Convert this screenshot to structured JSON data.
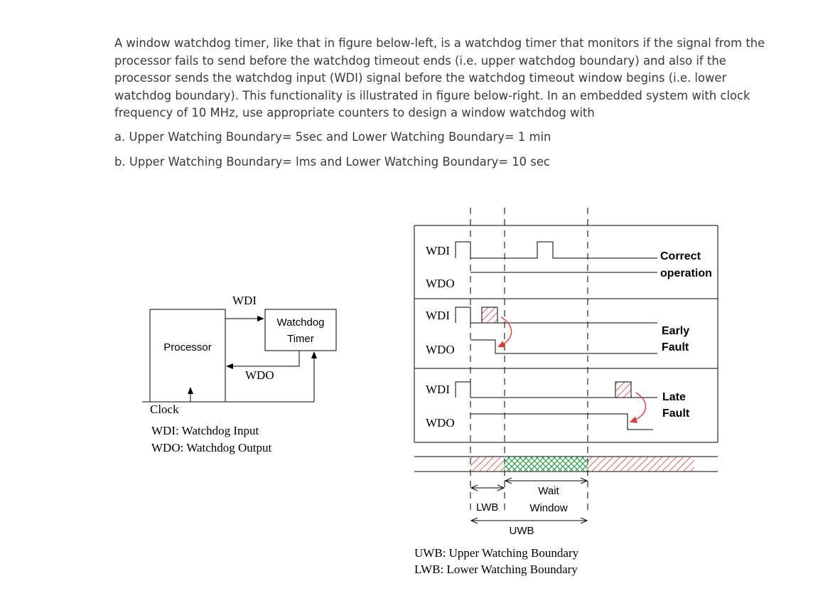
{
  "question": {
    "paragraph": "A window watchdog timer, like that in figure below-left, is a watchdog timer that monitors if the signal from the processor fails to send before the watchdog timeout ends (i.e. upper watchdog boundary) and also if the processor sends the watchdog input (WDI) signal before the watchdog timeout window begins (i.e. lower watchdog boundary). This functionality is illustrated in figure below-right. In an embedded system with clock frequency of 10 MHz, use appropriate counters to design a window watchdog with",
    "part_a": "a. Upper Watching Boundary= 5sec and Lower Watching Boundary= 1 min",
    "part_b": "b. Upper Watching Boundary= lms and Lower Watching Boundary= 10 sec"
  },
  "left_figure": {
    "processor": "Processor",
    "watchdog_line1": "Watchdog",
    "watchdog_line2": "Timer",
    "wdi": "WDI",
    "wdo": "WDO",
    "clock": "Clock",
    "legend_wdi": "WDI: Watchdog Input",
    "legend_wdo": "WDO: Watchdog Output"
  },
  "right_figure": {
    "wdi": "WDI",
    "wdo": "WDO",
    "correct_line1": "Correct",
    "correct_line2": "operation",
    "early_line1": "Early",
    "early_line2": "Fault",
    "late_line1": "Late",
    "late_line2": "Fault",
    "lwb": "LWB",
    "wait_line1": "Wait",
    "wait_line2": "Window",
    "uwb": "UWB",
    "legend_uwb": "UWB: Upper Watching Boundary",
    "legend_lwb": "LWB: Lower Watching Boundary"
  },
  "colors": {
    "early_zone": "#e53935",
    "window_zone": "#2e9e4a",
    "fault_arrow": "#e53935"
  }
}
